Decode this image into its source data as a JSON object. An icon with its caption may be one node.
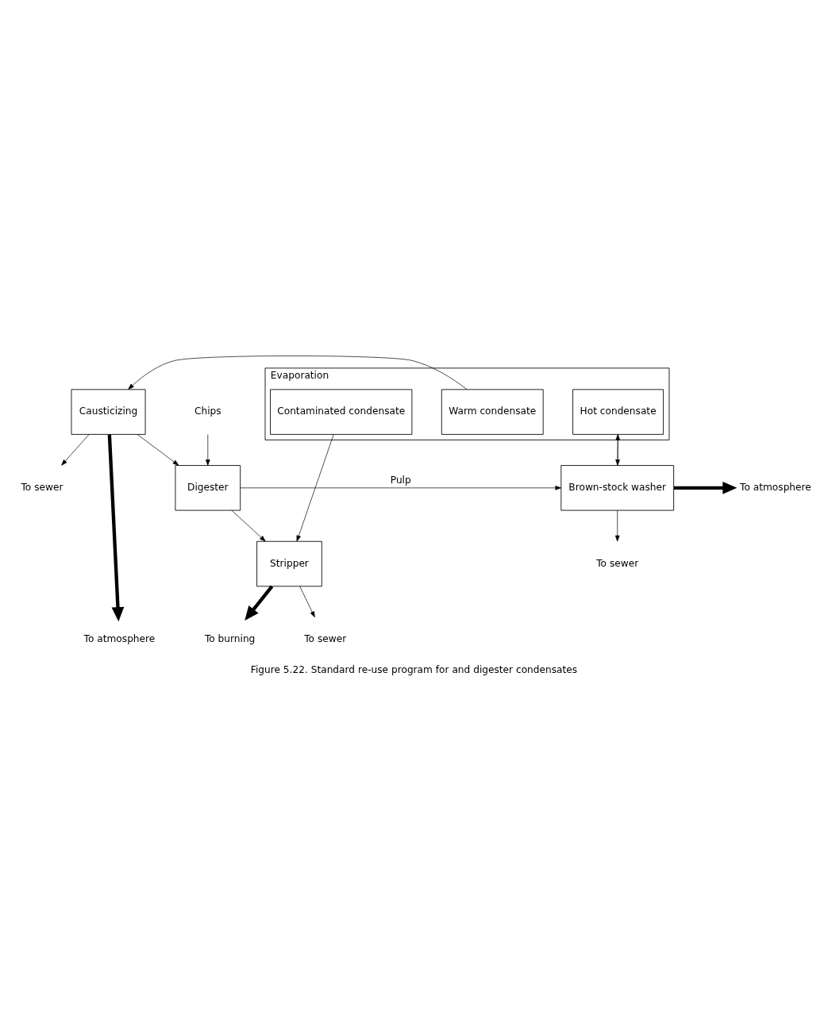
{
  "diagram": {
    "caption": "Figure 5.22. Standard re-use program for and digester condensates",
    "nodes": [
      {
        "text": [
          "Evaporation"
        ]
      },
      {
        "text": [
          "Hot condensate"
        ],
        "in": 0
      },
      {
        "text": [
          "Warm condensate"
        ],
        "in": 0
      },
      {
        "text": [
          "Contaminated condensate"
        ],
        "in": 0
      },
      {
        "text": [
          "To atmosphere"
        ]
      },
      {
        "text": [
          "Causticizing"
        ]
      },
      {
        "text": [
          "To burning"
        ]
      },
      {
        "text": [
          "Stripper"
        ]
      },
      {
        "text": [
          "To sewer"
        ]
      },
      {
        "text": [
          "Chips"
        ]
      },
      {
        "text": [
          "To sewer"
        ]
      },
      {
        "text": [
          "To atmosphere"
        ]
      },
      {
        "text": [
          "Brown-stock washer"
        ]
      },
      {
        "text": [
          "Digester"
        ]
      },
      {
        "text": [
          "To sewer"
        ]
      }
    ],
    "edges": [
      {
        "from": 12,
        "to": 1,
        "arrow": "to"
      },
      {
        "from": 1,
        "to": 12,
        "arrow": "to"
      },
      {
        "from": 2,
        "to": 5,
        "arrow": "to"
      },
      {
        "from": 5,
        "to": 4,
        "arrow": "to",
        "style": "thick"
      },
      {
        "from": 5,
        "to": 8,
        "arrow": "to"
      },
      {
        "from": 5,
        "to": 13,
        "arrow": "to"
      },
      {
        "from": 9,
        "to": 13,
        "arrow": "to"
      },
      {
        "from": 3,
        "to": 7,
        "arrow": "to"
      },
      {
        "from": 13,
        "to": 7,
        "arrow": "to"
      },
      {
        "from": 7,
        "to": 6,
        "arrow": "to",
        "style": "thick"
      },
      {
        "from": 7,
        "to": 10,
        "arrow": "to"
      },
      {
        "from": 12,
        "to": 11,
        "arrow": "to",
        "style": "thick"
      },
      {
        "from": 12,
        "to": 14,
        "arrow": "to"
      },
      {
        "from": 13,
        "to": 12,
        "label": "Pulp",
        "arrow": "to"
      }
    ]
  }
}
